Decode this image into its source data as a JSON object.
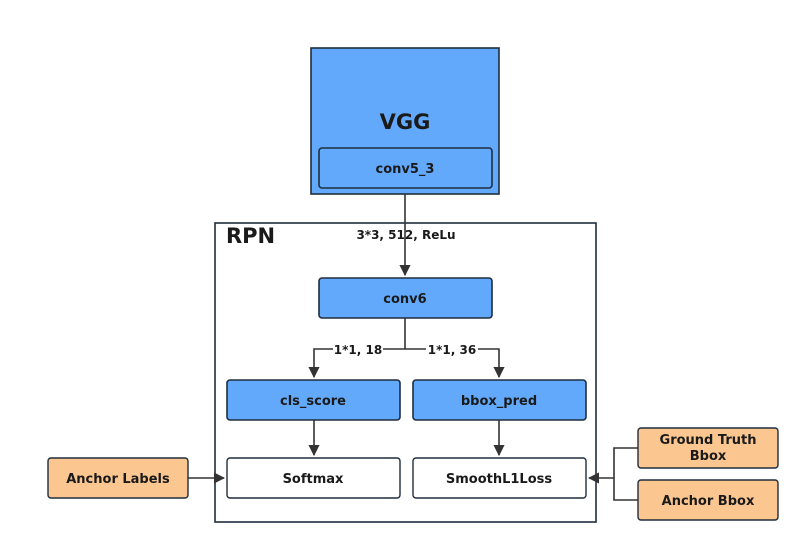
{
  "vgg": {
    "title": "VGG",
    "conv5_3": "conv5_3"
  },
  "rpn": {
    "title": "RPN",
    "conv6": "conv6",
    "cls_score": "cls_score",
    "bbox_pred": "bbox_pred",
    "softmax": "Softmax",
    "smoothl1": "SmoothL1Loss"
  },
  "inputs": {
    "anchor_labels": "Anchor Labels",
    "ground_truth_line1": "Ground Truth",
    "ground_truth_line2": "Bbox",
    "anchor_bbox": "Anchor Bbox"
  },
  "edges": {
    "conv5_to_conv6": "3*3, 512, ReLu",
    "conv6_to_cls": "1*1, 18",
    "conv6_to_bbox": "1*1, 36"
  },
  "colors": {
    "blue": "#63a9fb",
    "orange": "#fbc690",
    "stroke": "#1f2d3d"
  }
}
